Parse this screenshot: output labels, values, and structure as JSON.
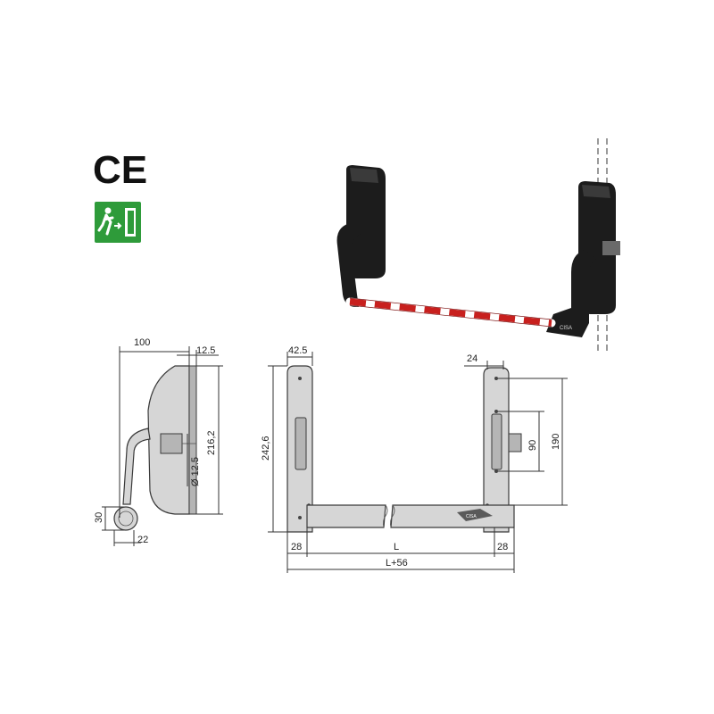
{
  "marks": {
    "ce": "CE",
    "brand": "CISA"
  },
  "colors": {
    "exit_sign": "#2e9b3a",
    "bar_red": "#c8201e",
    "body_black": "#1a1a1a"
  },
  "side_view": {
    "width_label": "100",
    "offset_label": "12.5",
    "height_label": "216,2",
    "diameter_label": "Ø 12.5",
    "handle_height_label": "30",
    "handle_width_label": "22"
  },
  "front_view": {
    "left_width_label": "42.5",
    "height_label": "242,6",
    "right_width_label": "24",
    "spacing_label": "90",
    "right_height_label": "190",
    "left_foot_label": "28",
    "bar_length_label": "L",
    "right_foot_label": "28",
    "total_label": "L+56"
  }
}
